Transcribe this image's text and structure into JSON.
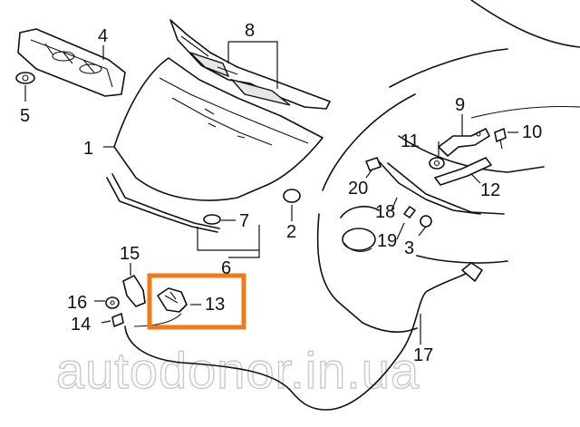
{
  "callouts": {
    "c1": "1",
    "c2": "2",
    "c3": "3",
    "c4": "4",
    "c5": "5",
    "c6": "6",
    "c7": "7",
    "c8": "8",
    "c9": "9",
    "c10": "10",
    "c11": "11",
    "c12": "12",
    "c13": "13",
    "c14": "14",
    "c15": "15",
    "c16": "16",
    "c17": "17",
    "c18": "18",
    "c19": "19",
    "c20": "20"
  },
  "highlighted_callout": "13",
  "watermark": "autodonor.in.ua",
  "colors": {
    "highlight": "#f07a1a",
    "line": "#111111",
    "watermark": "#c9c9c9"
  }
}
